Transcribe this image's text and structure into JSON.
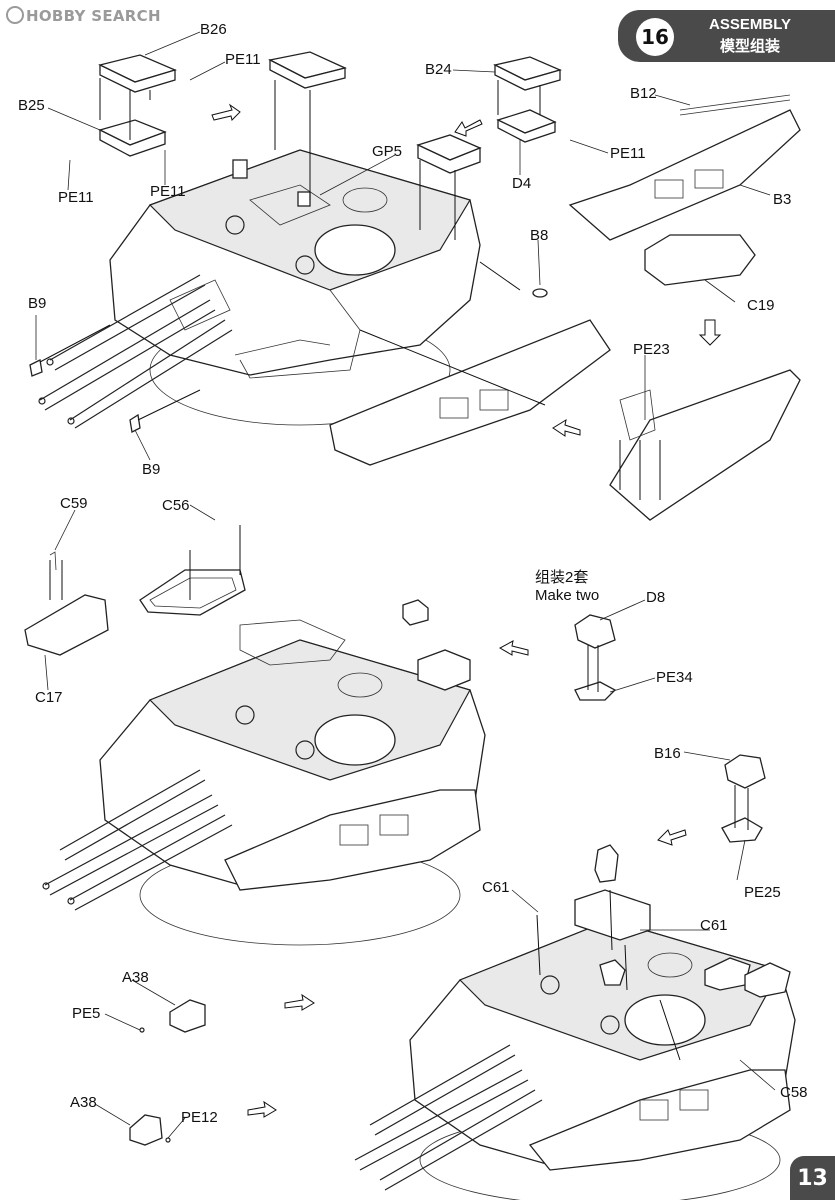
{
  "watermark": {
    "text": "HOBBY SEARCH",
    "icon": "hobby-search-logo-icon"
  },
  "header": {
    "step": "16",
    "title_en": "ASSEMBLY",
    "title_zh": "模型组装"
  },
  "page_number": "13",
  "notes": {
    "make_two_zh": "组装2套",
    "make_two_en": "Make two"
  },
  "parts": {
    "b26": "B26",
    "pe11_a": "PE11",
    "b25": "B25",
    "pe11_b": "PE11",
    "pe11_c": "PE11",
    "gp5": "GP5",
    "b24": "B24",
    "d4": "D4",
    "pe11_d": "PE11",
    "b12": "B12",
    "b3": "B3",
    "b8": "B8",
    "c19": "C19",
    "b9_a": "B9",
    "b9_b": "B9",
    "pe23": "PE23",
    "c59": "C59",
    "c56": "C56",
    "c17": "C17",
    "d8": "D8",
    "pe34": "PE34",
    "b16": "B16",
    "pe25": "PE25",
    "c61_a": "C61",
    "c61_b": "C61",
    "c58": "C58",
    "a38_a": "A38",
    "pe5": "PE5",
    "a38_b": "A38",
    "pe12": "PE12"
  }
}
